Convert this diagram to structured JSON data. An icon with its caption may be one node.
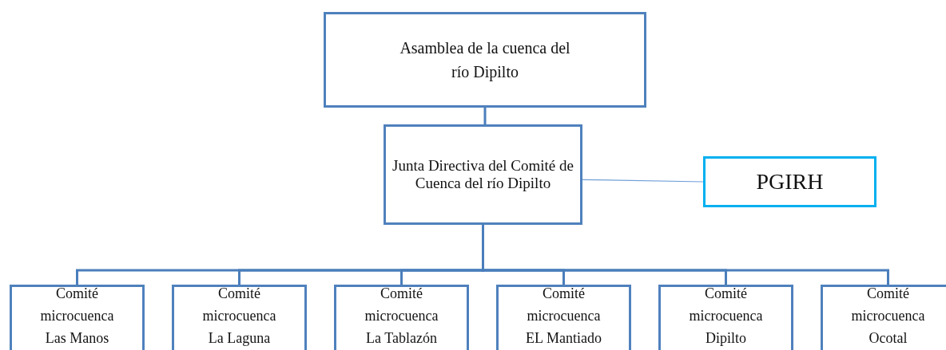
{
  "diagram": {
    "nodes": [
      {
        "text": [
          "Asamblea de la cuenca del río Dipilto"
        ]
      },
      {
        "text": [
          "Junta Directiva del Comité de Cuenca del río Dipilto"
        ]
      },
      {
        "text": [
          "PGIRH"
        ]
      },
      {
        "text": [
          "Comité microcuenca Las Manos"
        ]
      },
      {
        "text": [
          "Comité microcuenca La Laguna"
        ]
      },
      {
        "text": [
          "Comité microcuenca La Tablazón"
        ]
      },
      {
        "text": [
          "Comité microcuenca EL Mantiado"
        ]
      },
      {
        "text": [
          "Comité microcuenca Dipilto"
        ]
      },
      {
        "text": [
          "Comité microcuenca Ocotal"
        ]
      }
    ],
    "edges": [
      {
        "from": 0,
        "to": 1,
        "arrow": "none"
      },
      {
        "from": 1,
        "to": 2,
        "arrow": "none",
        "color": "#6f9fd8"
      },
      {
        "from": 1,
        "to": 3,
        "arrow": "none"
      },
      {
        "from": 1,
        "to": 4,
        "arrow": "none"
      },
      {
        "from": 1,
        "to": 5,
        "arrow": "none"
      },
      {
        "from": 1,
        "to": 6,
        "arrow": "none"
      },
      {
        "from": 1,
        "to": 7,
        "arrow": "none"
      },
      {
        "from": 1,
        "to": 8,
        "arrow": "none"
      }
    ]
  }
}
